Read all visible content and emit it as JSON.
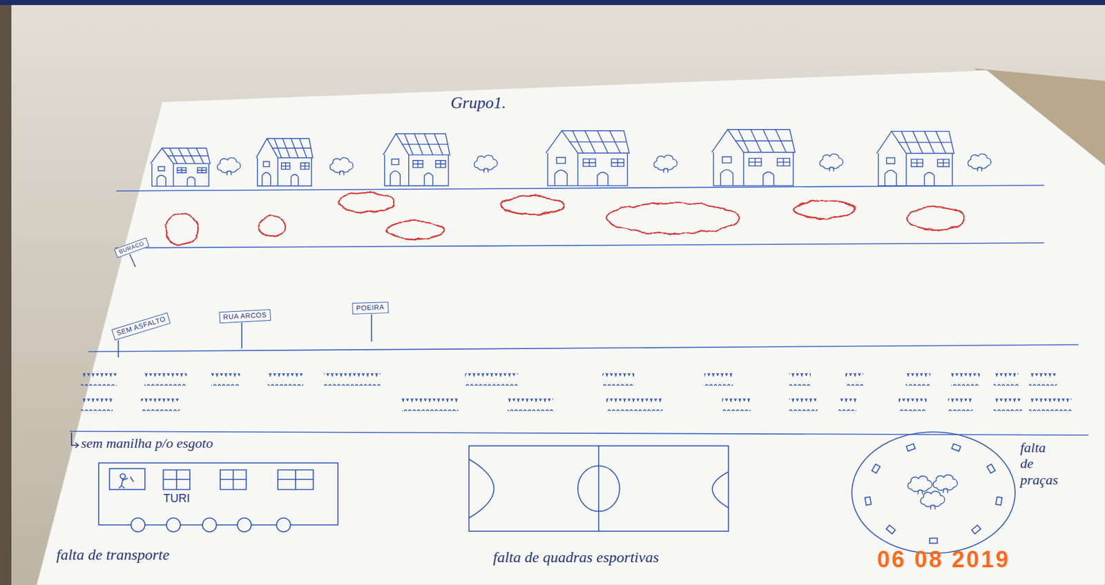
{
  "diagram": {
    "title": "Grupo1.",
    "nodes": [
      {
        "text": [
          "BURACO"
        ]
      },
      {
        "text": [
          "SEM ASFALTO"
        ]
      },
      {
        "text": [
          "RUA ARCOS"
        ]
      },
      {
        "text": [
          "POEIRA"
        ]
      },
      {
        "text": [
          "TURI",
          "falta de transporte"
        ]
      },
      {
        "text": [
          "falta de quadras esportivas"
        ]
      },
      {
        "text": [
          "falta de praças"
        ]
      }
    ],
    "labels": [
      "sem manilha p/o esgoto",
      "06 08 2019"
    ]
  }
}
